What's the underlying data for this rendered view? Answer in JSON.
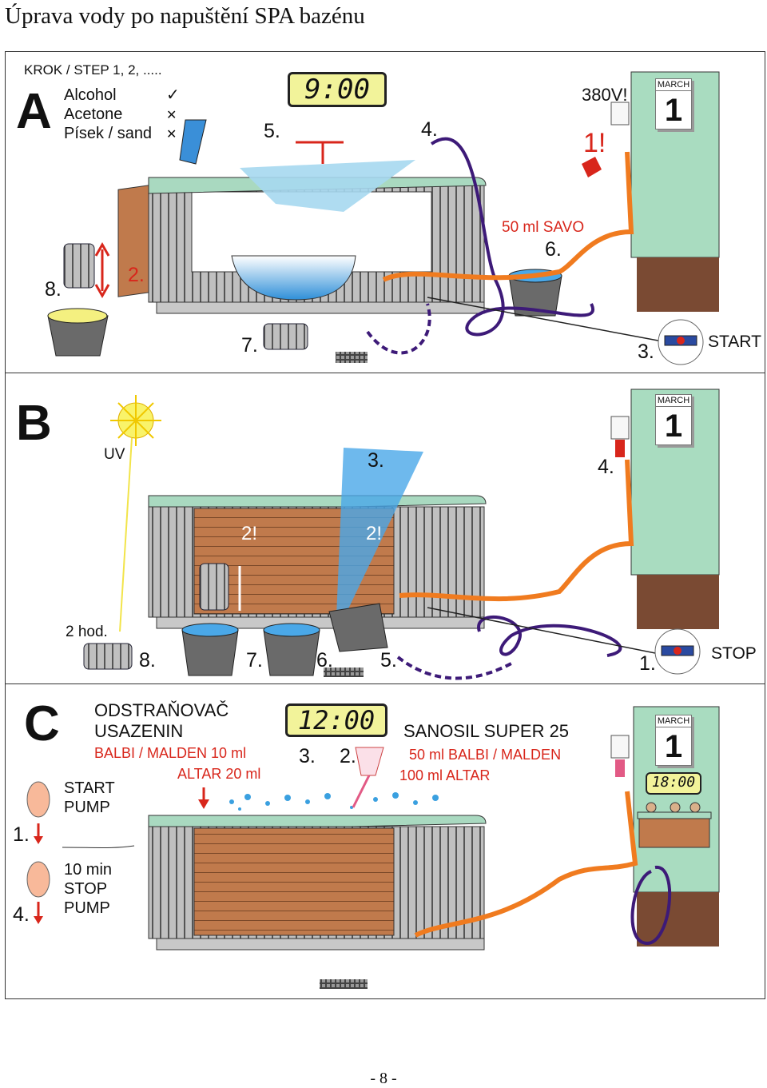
{
  "title": "Úprava vody po napuštění SPA bazénu",
  "page_number": "- 8 -",
  "section_a": {
    "letter": "A",
    "step_header": "KROK / STEP 1, 2, .....",
    "materials": [
      {
        "name": "Alcohol",
        "mark": "✓"
      },
      {
        "name": "Acetone",
        "mark": "✕"
      },
      {
        "name": "Písek / sand",
        "mark": "✕"
      }
    ],
    "timer": "9:00",
    "voltage": "380V!",
    "warning": "1!",
    "calendar": {
      "month": "MARCH",
      "day": "1"
    },
    "savo_label": "50 ml SAVO",
    "start_label": "START",
    "steps": [
      "5.",
      "4.",
      "6.",
      "8.",
      "2.",
      "7.",
      "3."
    ]
  },
  "section_b": {
    "letter": "B",
    "uv": "UV",
    "duration": "2 hod.",
    "calendar": {
      "month": "MARCH",
      "day": "1"
    },
    "warnings": [
      "2!",
      "2!"
    ],
    "stop_label": "STOP",
    "steps": [
      "3.",
      "4.",
      "8.",
      "7.",
      "6.",
      "5.",
      "1."
    ]
  },
  "section_c": {
    "letter": "C",
    "product_title": "ODSTRAŇOVAČ USAZENIN",
    "product_title_line1": "ODSTRAŇOVAČ",
    "product_title_line2": "USAZENIN",
    "dose_1": "BALBI / MALDEN 10 ml",
    "dose_2": "ALTAR 20 ml",
    "timer": "12:00",
    "sanosil": "SANOSIL SUPER 25",
    "sanosil_dose_1": "50 ml BALBI / MALDEN",
    "sanosil_dose_2": "100 ml ALTAR",
    "calendar": {
      "month": "MARCH",
      "day": "1"
    },
    "clock": "18:00",
    "start_pump": [
      "START",
      "PUMP"
    ],
    "stop_pump": [
      "10 min",
      "STOP",
      "PUMP"
    ],
    "steps": [
      "3.",
      "2.",
      "1.",
      "4."
    ]
  },
  "colors": {
    "spa_top": "#a9d9c0",
    "wood": "#c07a4c",
    "panel": "#a9dcc0",
    "orange_hose": "#f07b1f",
    "purple_hose": "#3d1a78",
    "water": "#3aa0e0",
    "lcd": "#f2f39a",
    "red_text": "#d8261b"
  }
}
